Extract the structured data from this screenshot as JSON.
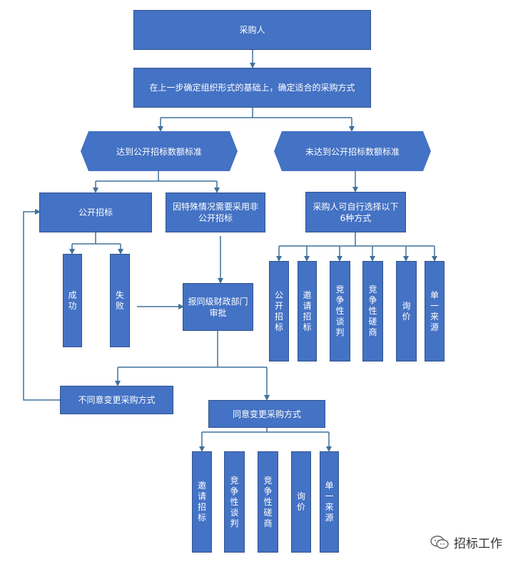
{
  "nodes": {
    "purchaser": "采购人",
    "determine_method": "在上一步确定组织形式的基础上，确定适合的采购方式",
    "reach_threshold": "达到公开招标数额标准",
    "not_reach_threshold": "未达到公开招标数额标准",
    "public_bidding": "公开招标",
    "special_case": "因特殊情况需要采用非公开招标",
    "success": "成功",
    "failure": "失败",
    "report_finance": "报同级财政部门审批",
    "disagree_change": "不同意变更采购方式",
    "agree_change": "同意变更采购方式",
    "self_select": "采购人可自行选择以下6种方式"
  },
  "self_options": [
    "公开招标",
    "邀请招标",
    "竞争性谈判",
    "竞争性磋商",
    "询价",
    "单一来源"
  ],
  "agree_options": [
    "邀请招标",
    "竞争性谈判",
    "竞争性磋商",
    "询价",
    "单一来源"
  ],
  "watermark": {
    "text": "招标工作"
  },
  "colors": {
    "fill": "#4472c4",
    "border": "#2f528f",
    "connector": "#41719c"
  }
}
